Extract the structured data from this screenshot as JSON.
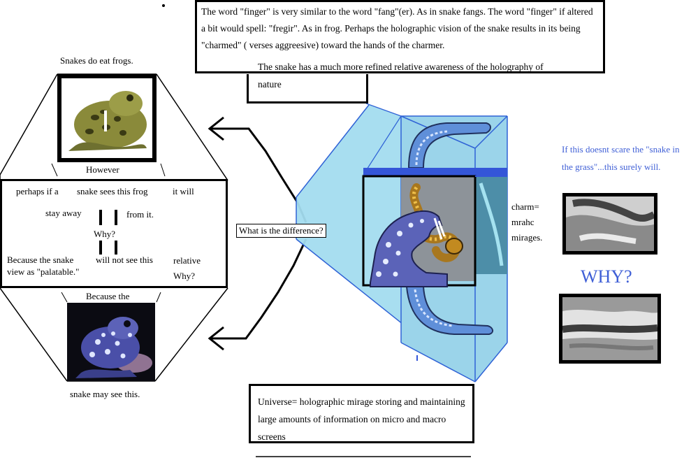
{
  "top_note": {
    "text": "The word \"finger\" is very similar to the word \"fang\"(er). As in snake fangs. The word \"finger\" if altered a bit would spell: \"fregir\". As in frog. Perhaps the holographic vision of the snake results in its being \"charmed\" ( verses aggreesive) toward the hands of the charmer."
  },
  "awareness_note": {
    "text": "The snake has a much more refined relative awareness of the holography of nature"
  },
  "left_panel": {
    "caption_top": "Snakes do eat frogs.",
    "however": "However",
    "line_a1": "perhaps if a",
    "line_a2": "snake sees this frog",
    "line_a3": "it will",
    "stay_away": "stay away",
    "from_it": "from it.",
    "why": "Why?",
    "because_snake": "Because the snake",
    "will_not": "will not see this",
    "relative": "relative",
    "view_as": "view as \"palatable.\"",
    "why2": "Why?",
    "because_the": "Because the",
    "caption_bottom": "snake may see this."
  },
  "difference_label": "What is the difference?",
  "charm_label": {
    "line1": "charm=",
    "line2": "mrahc",
    "line3": "mirages."
  },
  "right_panel": {
    "scare_text": "If this doesnt scare the \"snake in the grass\"...this surely will.",
    "why_big": "WHY?",
    "accent_color": "#3f5fd6"
  },
  "universe_note": {
    "text": "Universe= holographic mirage storing and maintaining large amounts of information on micro and macro screens"
  }
}
